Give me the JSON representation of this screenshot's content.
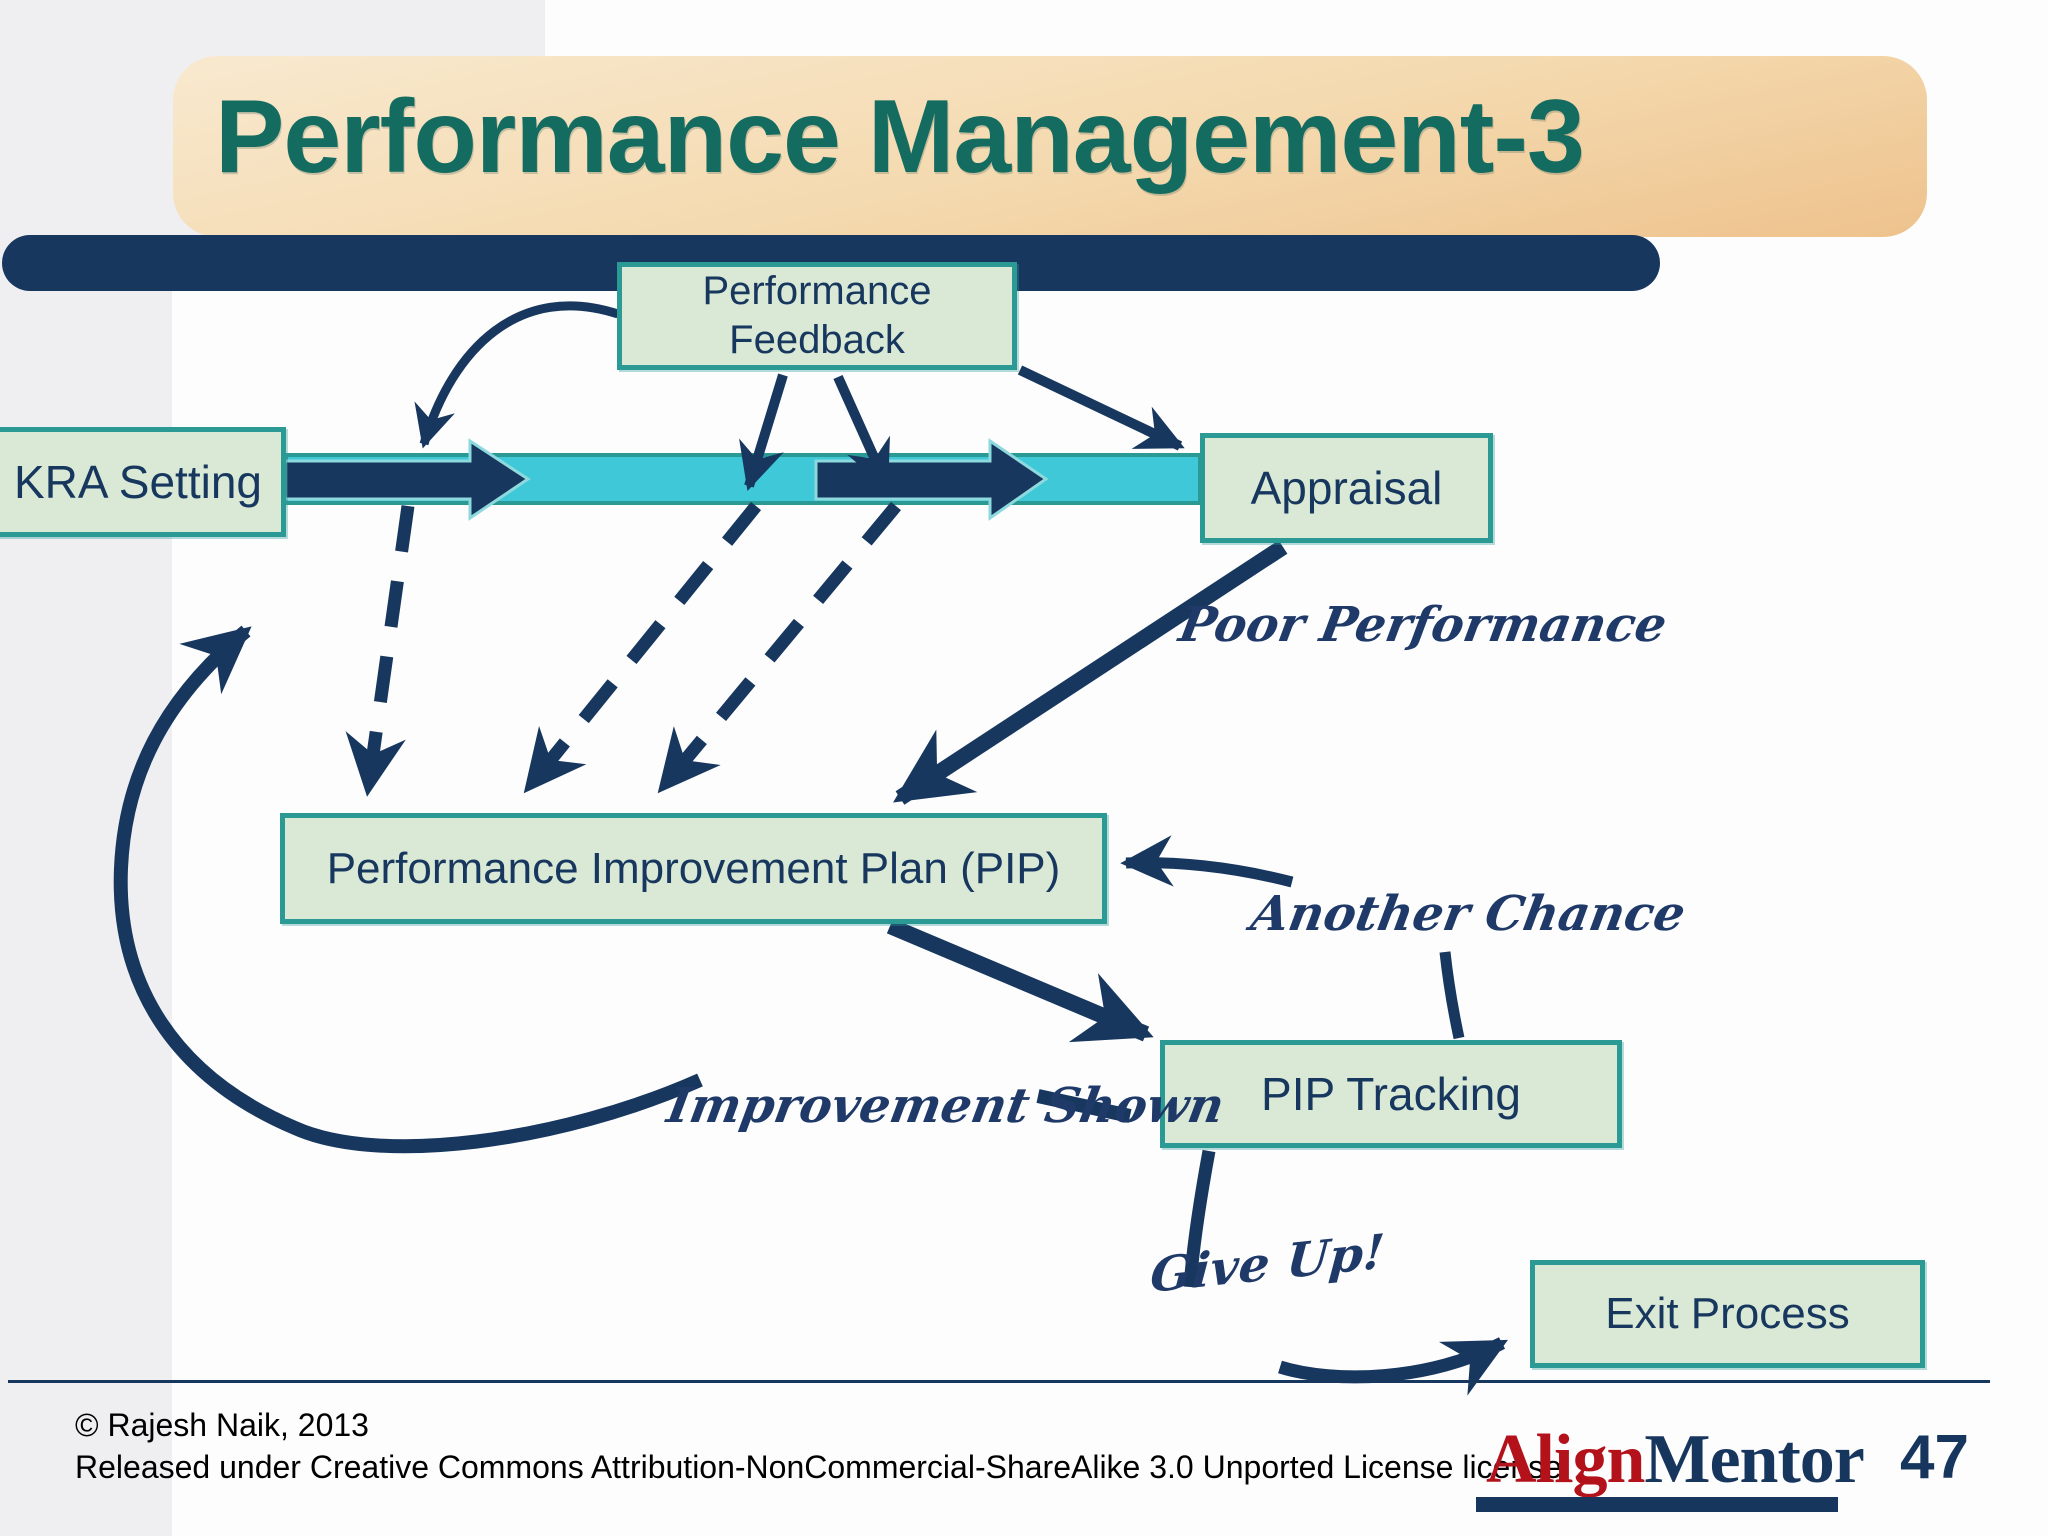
{
  "slide": {
    "title": "Performance Management-3",
    "page_number": "47"
  },
  "boxes": {
    "kra": {
      "label": "KRA Setting"
    },
    "feedback": {
      "line1": "Performance",
      "line2": "Feedback"
    },
    "appraisal": {
      "label": "Appraisal"
    },
    "pip": {
      "label": "Performance Improvement Plan (PIP)"
    },
    "tracking": {
      "label": "PIP Tracking"
    },
    "exit": {
      "label": "Exit Process"
    }
  },
  "annotations": {
    "poor_performance": "Poor Performance",
    "another_chance": "Another Chance",
    "improvement_shown": "Improvement Shown",
    "give_up": "Give Up!"
  },
  "footer": {
    "copyright": "© Rajesh Naik, 2013",
    "license": "Released under Creative Commons Attribution-NonCommercial-ShareAlike 3.0 Unported License license"
  },
  "logo": {
    "part1": "Align",
    "part2": "Mentor"
  },
  "colors": {
    "navy": "#17375e",
    "teal_border": "#2b9a94",
    "box_fill": "#d9e9d5",
    "cyan_arrow": "#3fc8d8",
    "title_teal": "#146c60",
    "banner_top": "#f8e9cf",
    "banner_bottom": "#eec28d",
    "logo_red": "#b4121b",
    "background_gray": "#efeff1"
  }
}
